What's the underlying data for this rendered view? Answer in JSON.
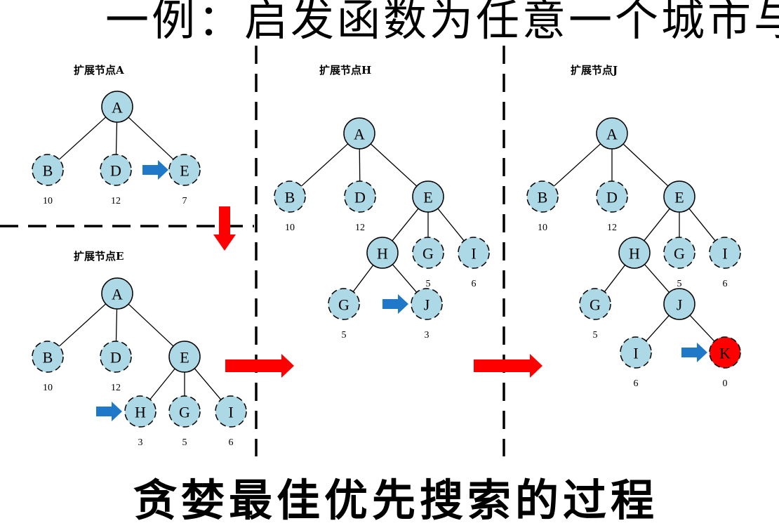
{
  "title_top": "一例：启发函数为任意一个城市与",
  "title_bottom": "贪婪最佳优先搜索的过程",
  "colors": {
    "node_fill": "#add8e6",
    "goal_fill": "#ff0000",
    "blue_arrow": "#1f78c8",
    "red_arrow": "#ff0000"
  },
  "panels": [
    {
      "id": "expand-a",
      "label": "扩展节点A",
      "nodes": [
        {
          "id": "A",
          "label": "A",
          "style": "solid"
        },
        {
          "id": "B",
          "label": "B",
          "value": "10",
          "style": "dashed"
        },
        {
          "id": "D",
          "label": "D",
          "value": "12",
          "style": "dashed"
        },
        {
          "id": "E",
          "label": "E",
          "value": "7",
          "style": "dashed",
          "selected": true
        }
      ],
      "edges": [
        [
          "A",
          "B"
        ],
        [
          "A",
          "D"
        ],
        [
          "A",
          "E"
        ]
      ]
    },
    {
      "id": "expand-e",
      "label": "扩展节点E",
      "nodes": [
        {
          "id": "A",
          "label": "A",
          "style": "solid"
        },
        {
          "id": "B",
          "label": "B",
          "value": "10",
          "style": "dashed"
        },
        {
          "id": "D",
          "label": "D",
          "value": "12",
          "style": "dashed"
        },
        {
          "id": "E",
          "label": "E",
          "style": "solid"
        },
        {
          "id": "H",
          "label": "H",
          "value": "3",
          "style": "dashed",
          "selected": true
        },
        {
          "id": "G",
          "label": "G",
          "value": "5",
          "style": "dashed"
        },
        {
          "id": "I",
          "label": "I",
          "value": "6",
          "style": "dashed"
        }
      ],
      "edges": [
        [
          "A",
          "B"
        ],
        [
          "A",
          "D"
        ],
        [
          "A",
          "E"
        ],
        [
          "E",
          "H"
        ],
        [
          "E",
          "G"
        ],
        [
          "E",
          "I"
        ]
      ]
    },
    {
      "id": "expand-h",
      "label": "扩展节点H",
      "nodes": [
        {
          "id": "A",
          "label": "A",
          "style": "solid"
        },
        {
          "id": "B",
          "label": "B",
          "value": "10",
          "style": "dashed"
        },
        {
          "id": "D",
          "label": "D",
          "value": "12",
          "style": "dashed"
        },
        {
          "id": "E",
          "label": "E",
          "style": "solid"
        },
        {
          "id": "H",
          "label": "H",
          "style": "solid"
        },
        {
          "id": "G1",
          "label": "G",
          "value": "5",
          "style": "dashed"
        },
        {
          "id": "I",
          "label": "I",
          "value": "6",
          "style": "dashed"
        },
        {
          "id": "G2",
          "label": "G",
          "value": "5",
          "style": "dashed"
        },
        {
          "id": "J",
          "label": "J",
          "value": "3",
          "style": "dashed",
          "selected": true
        }
      ],
      "edges": [
        [
          "A",
          "B"
        ],
        [
          "A",
          "D"
        ],
        [
          "A",
          "E"
        ],
        [
          "E",
          "H"
        ],
        [
          "E",
          "G1"
        ],
        [
          "E",
          "I"
        ],
        [
          "H",
          "G2"
        ],
        [
          "H",
          "J"
        ]
      ]
    },
    {
      "id": "expand-j",
      "label": "扩展节点J",
      "nodes": [
        {
          "id": "A",
          "label": "A",
          "style": "solid"
        },
        {
          "id": "B",
          "label": "B",
          "value": "10",
          "style": "dashed"
        },
        {
          "id": "D",
          "label": "D",
          "value": "12",
          "style": "dashed"
        },
        {
          "id": "E",
          "label": "E",
          "style": "solid"
        },
        {
          "id": "H",
          "label": "H",
          "style": "solid"
        },
        {
          "id": "G1",
          "label": "G",
          "value": "5",
          "style": "dashed"
        },
        {
          "id": "I1",
          "label": "I",
          "value": "6",
          "style": "dashed"
        },
        {
          "id": "G2",
          "label": "G",
          "value": "5",
          "style": "dashed"
        },
        {
          "id": "J",
          "label": "J",
          "style": "solid"
        },
        {
          "id": "I2",
          "label": "I",
          "value": "6",
          "style": "dashed"
        },
        {
          "id": "K",
          "label": "K",
          "value": "0",
          "style": "dashed",
          "goal": true,
          "selected": true
        }
      ],
      "edges": [
        [
          "A",
          "B"
        ],
        [
          "A",
          "D"
        ],
        [
          "A",
          "E"
        ],
        [
          "E",
          "H"
        ],
        [
          "E",
          "G1"
        ],
        [
          "E",
          "I1"
        ],
        [
          "H",
          "G2"
        ],
        [
          "H",
          "J"
        ],
        [
          "J",
          "I2"
        ],
        [
          "J",
          "K"
        ]
      ]
    }
  ]
}
